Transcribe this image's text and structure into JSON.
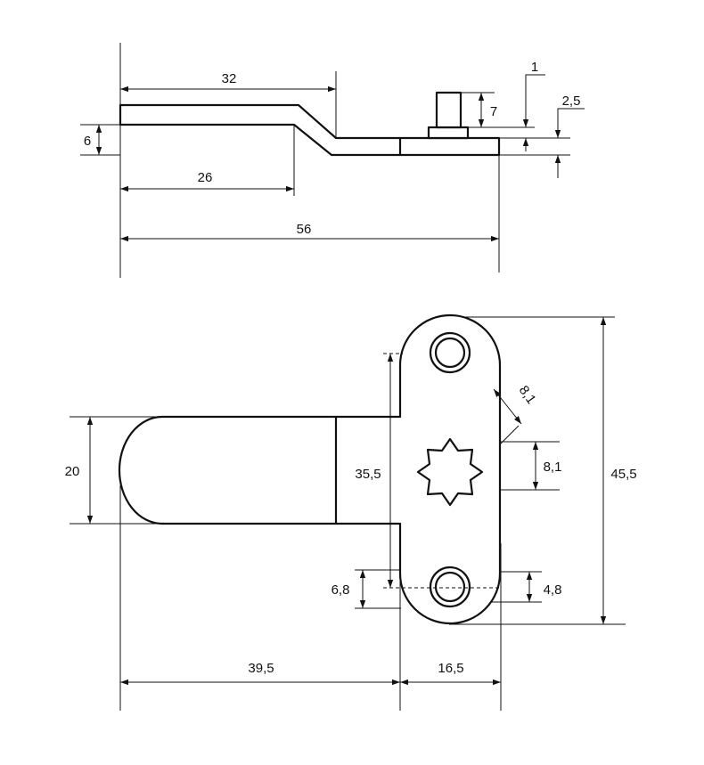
{
  "top_view": {
    "dims": {
      "d32": "32",
      "d26": "26",
      "d56": "56",
      "d6": "6",
      "d7": "7",
      "d1": "1",
      "d2_5": "2,5"
    }
  },
  "front_view": {
    "dims": {
      "d20": "20",
      "d35_5": "35,5",
      "d8_1_diag": "8,1",
      "d8_1_vert": "8,1",
      "d45_5": "45,5",
      "d6_8": "6,8",
      "d4_8": "4,8",
      "d39_5": "39,5",
      "d16_5": "16,5"
    }
  },
  "colors": {
    "line": "#111111",
    "background": "#ffffff"
  }
}
